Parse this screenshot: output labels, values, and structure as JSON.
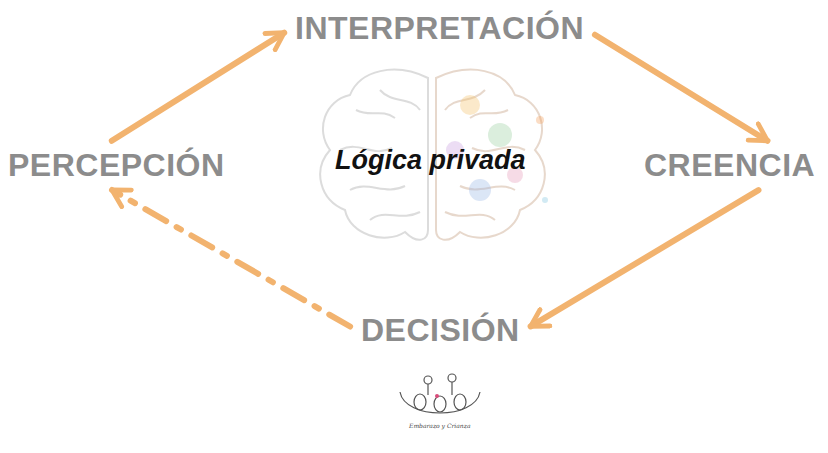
{
  "diagram": {
    "nodes": [
      {
        "text": [
          "PERCEPCIÓN"
        ]
      },
      {
        "text": [
          "INTERPRETACIÓN"
        ]
      },
      {
        "text": [
          "CREENCIA"
        ]
      },
      {
        "text": [
          "DECISIÓN"
        ]
      }
    ],
    "edges": [
      {
        "from": 0,
        "to": 1,
        "arrow": "to"
      },
      {
        "from": 1,
        "to": 2,
        "arrow": "to"
      },
      {
        "from": 2,
        "to": 3,
        "arrow": "to"
      },
      {
        "from": 3,
        "to": 0,
        "arrow": "to"
      }
    ],
    "labels": [
      "Lógica privada",
      "Embarazo y Crianza"
    ]
  }
}
